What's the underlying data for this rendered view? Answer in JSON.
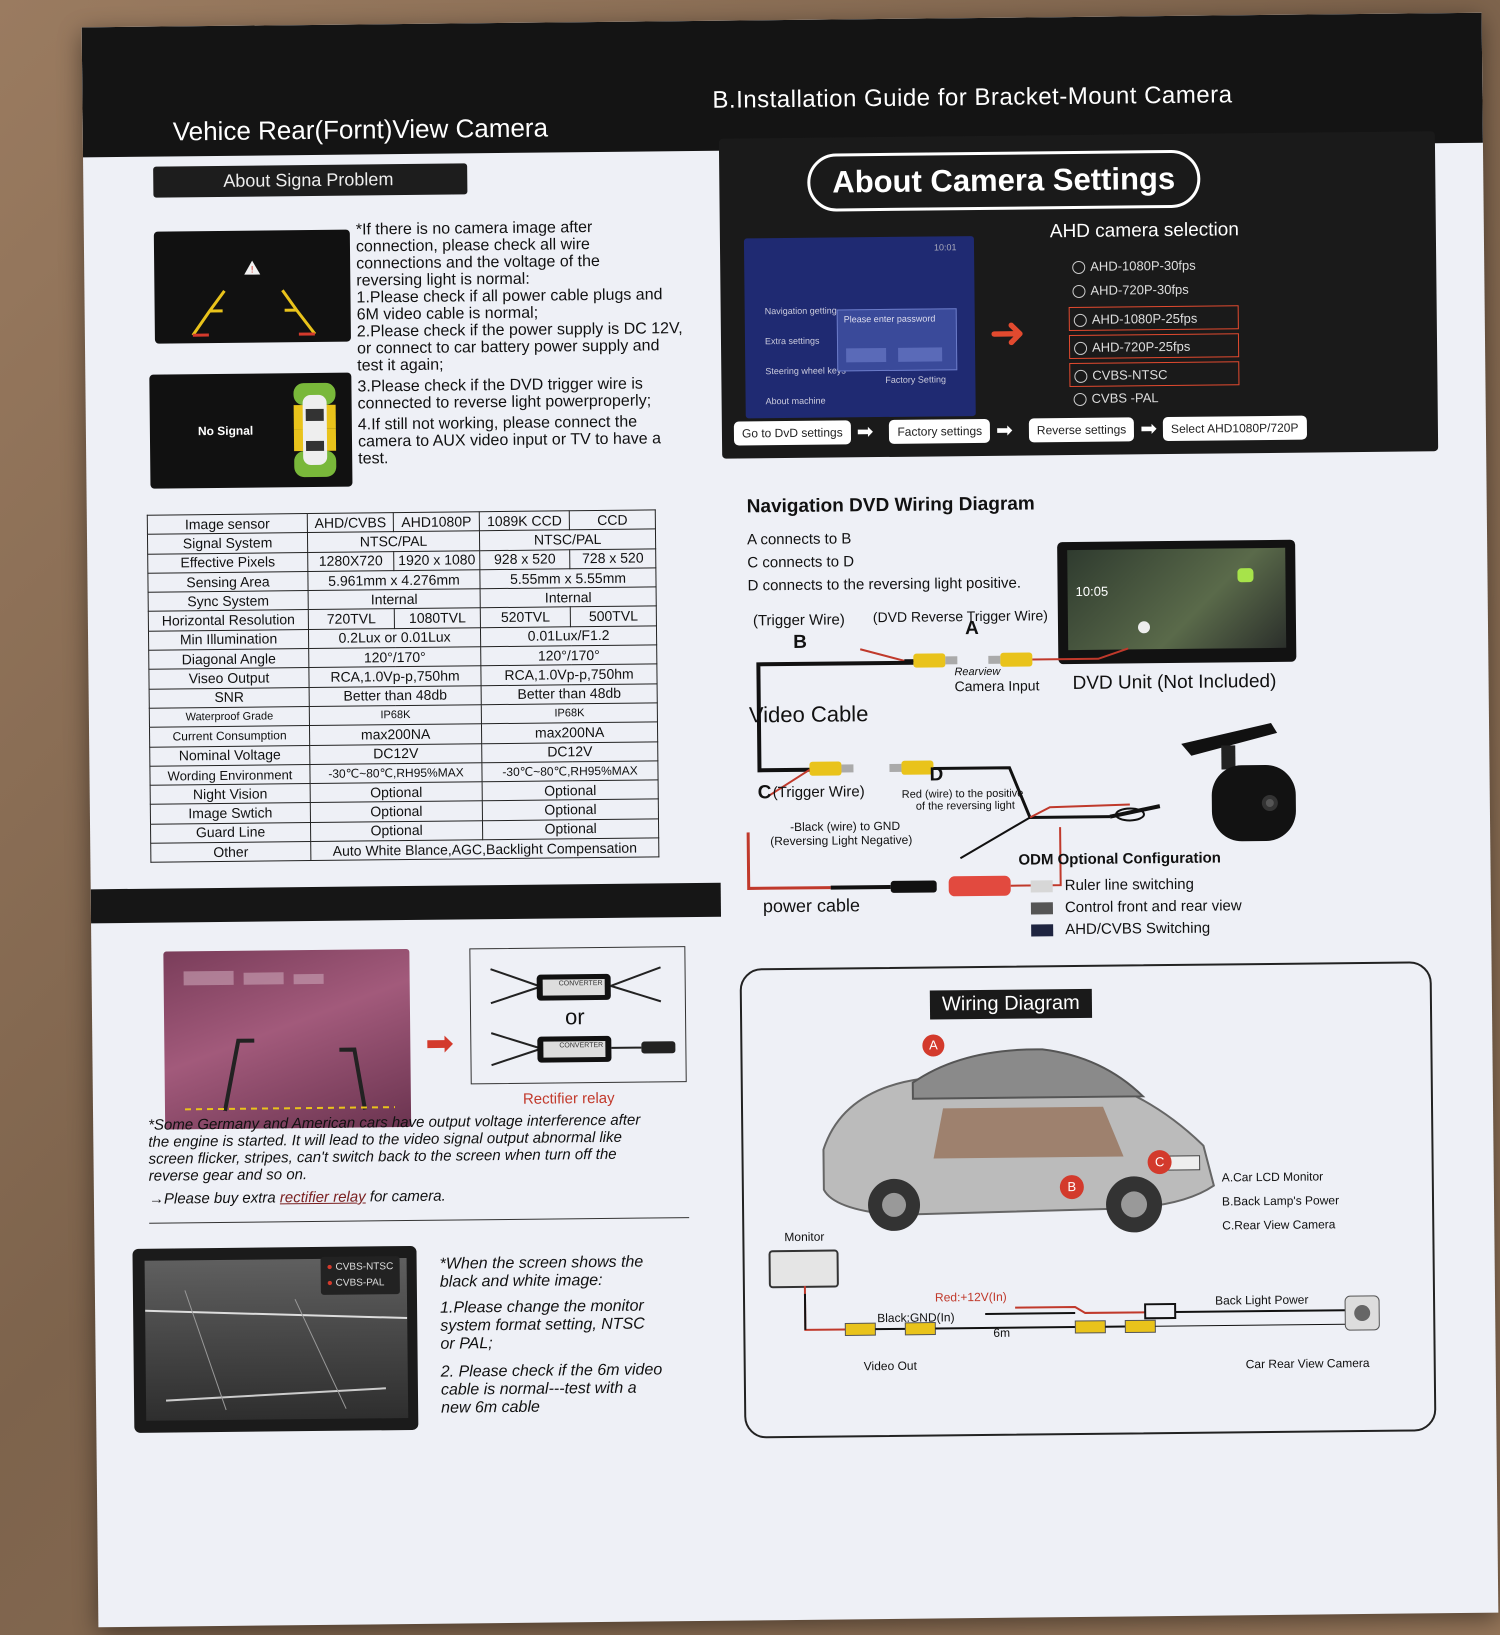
{
  "header": {
    "left_title": "Vehice Rear(Fornt)View Camera",
    "right_title": "B.Installation Guide for Bracket-Mount Camera"
  },
  "signal": {
    "section_label": "About Signa Problem",
    "no_signal_text": "No Signal",
    "lines": [
      "*If there is no camera image after",
      "connection, please check all wire",
      "connections and the voltage of the",
      "reversing light is normal:",
      "1.Please check if all power cable plugs and",
      "6M video cable is normal;",
      "2.Please check if the power supply is DC 12V,",
      "or connect to car battery power supply and",
      "test it again;",
      "3.Please check if the DVD trigger wire is",
      "connected to reverse light powerproperly;",
      "4.If still not working, please connect the",
      "camera to AUX video input or TV to have a",
      "test."
    ]
  },
  "spec_table": {
    "rows": [
      {
        "label": "Image sensor",
        "cells": [
          "AHD/CVBS",
          "AHD1080P",
          "1089K CCD",
          "CCD"
        ]
      },
      {
        "label": "Signal System",
        "cells": [
          "NTSC/PAL",
          "NTSC/PAL"
        ]
      },
      {
        "label": "Effective Pixels",
        "cells": [
          "1280X720",
          "1920 x 1080",
          "928 x 520",
          "728 x 520"
        ]
      },
      {
        "label": "Sensing Area",
        "cells": [
          "5.961mm x 4.276mm",
          "5.55mm x 5.55mm"
        ]
      },
      {
        "label": "Sync System",
        "cells": [
          "Internal",
          "Internal"
        ]
      },
      {
        "label": "Horizontal Resolution",
        "cells": [
          "720TVL",
          "1080TVL",
          "520TVL",
          "500TVL"
        ]
      },
      {
        "label": "Min Illumination",
        "cells": [
          "0.2Lux or 0.01Lux",
          "0.01Lux/F1.2"
        ]
      },
      {
        "label": "Diagonal Angle",
        "cells": [
          "120°/170°",
          "120°/170°"
        ]
      },
      {
        "label": "Viseo Output",
        "cells": [
          "RCA,1.0Vp-p,750hm",
          "RCA,1.0Vp-p,750hm"
        ]
      },
      {
        "label": "SNR",
        "cells": [
          "Better than 48db",
          "Better than 48db"
        ]
      },
      {
        "label": "Waterproof Grade",
        "cells": [
          "IP68K",
          "IP68K"
        ]
      },
      {
        "label": "Current Consumption",
        "cells": [
          "max200NA",
          "max200NA"
        ]
      },
      {
        "label": "Nominal Voltage",
        "cells": [
          "DC12V",
          "DC12V"
        ]
      },
      {
        "label": "Wording Environment",
        "cells": [
          "-30℃~80℃,RH95%MAX",
          "-30℃~80℃,RH95%MAX"
        ]
      },
      {
        "label": "Night Vision",
        "cells": [
          "Optional",
          "Optional"
        ]
      },
      {
        "label": "Image Swtich",
        "cells": [
          "Optional",
          "Optional"
        ]
      },
      {
        "label": "Guard Line",
        "cells": [
          "Optional",
          "Optional"
        ]
      },
      {
        "label": "Other",
        "cells": [
          "Auto White Blance,AGC,Backlight Compensation"
        ]
      }
    ]
  },
  "camera_settings": {
    "title": "About Camera Settings",
    "ahd_title": "AHD camera selection",
    "options": [
      "AHD-1080P-30fps",
      "AHD-720P-30fps",
      "AHD-1080P-25fps",
      "AHD-720P-25fps",
      "CVBS-NTSC",
      "CVBS -PAL"
    ],
    "screen_items": [
      "Navigation getting",
      "Extra settings",
      "Steering wheel keys",
      "About machine"
    ],
    "password_prompt": "Please enter password",
    "factory_setting_label": "Factory Setting",
    "screen_time": "10:01",
    "steps": [
      "Go to DvD settings",
      "Factory settings",
      "Reverse settings",
      "Select AHD1080P/720P"
    ]
  },
  "nav_wiring": {
    "title": "Navigation DVD Wiring Diagram",
    "lines": [
      "A connects to B",
      "C connects to D",
      "D connects to the reversing light positive."
    ],
    "trigger_wire": "(Trigger Wire)",
    "dvd_reverse": "(DVD Reverse Trigger Wire)",
    "label_a": "A",
    "label_b": "B",
    "label_c": "C",
    "label_d": "D",
    "rearview_line1": "Rearview",
    "rearview_line2": "Camera Input",
    "dvd_unit": "DVD Unit (Not Included)",
    "dvd_time": "10:05",
    "video_cable": "Video Cable",
    "c_trigger": "(Trigger Wire)",
    "red_wire_line1": "Red (wire) to the positive",
    "red_wire_line2": "of the reversing light",
    "black_wire_line1": "-Black (wire) to GND",
    "black_wire_line2": "(Reversing Light Negative)",
    "power_cable": "power cable",
    "odm_title": "ODM Optional Configuration",
    "odm_items": [
      {
        "label": "Ruler line switching",
        "color": "#d7d7d7"
      },
      {
        "label": "Control front and rear view",
        "color": "#555555"
      },
      {
        "label": "AHD/CVBS Switching",
        "color": "#1e2440"
      }
    ]
  },
  "rectifier": {
    "or": "or",
    "relay_label": "Rectifier relay",
    "relay_box_text": "CONVERTER",
    "lines": [
      "*Some Germany and American cars have output voltage interference after",
      "the engine is started. It will lead to the video signal output abnormal like",
      "screen flicker, stripes, can't switch back to the screen when turn off the",
      "reverse gear and so on."
    ],
    "buy_prefix": "→Please buy extra ",
    "buy_link": "rectifier relay",
    "buy_suffix": " for camera."
  },
  "bw_image": {
    "overlay_options": [
      "CVBS-NTSC",
      "CVBS-PAL"
    ],
    "lines": [
      "*When the screen shows the",
      "black and white image:",
      "1.Please change the monitor",
      "system format setting, NTSC",
      "or PAL;",
      "2. Please check if the 6m video",
      "cable is normal---test with a",
      "new 6m cable"
    ]
  },
  "wiring_diagram": {
    "title": "Wiring Diagram",
    "markers": [
      "A",
      "B",
      "C"
    ],
    "legend": [
      "A.Car LCD Monitor",
      "B.Back Lamp's Power",
      "C.Rear View Camera"
    ],
    "monitor": "Monitor",
    "red_label": "Red:+12V(In)",
    "black_label": "Black:GND(In)",
    "six_m": "6m",
    "back_light": "Back Light Power",
    "video_out": "Video Out",
    "car_camera": "Car Rear View Camera"
  },
  "colors": {
    "red": "#d33a2c",
    "yellow": "#e9c31b",
    "dark": "#141414"
  }
}
